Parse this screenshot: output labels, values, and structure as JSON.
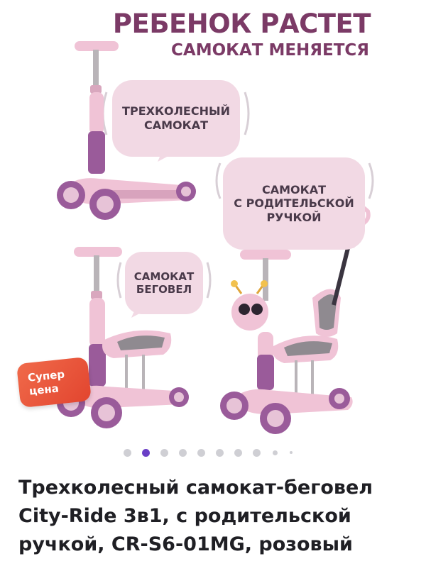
{
  "hero": {
    "headline_line1": "РЕБЕНОК РАСТЕТ",
    "headline_line2": "САМОКАТ МЕНЯЕТСЯ",
    "bubble_tricycle": [
      "ТРЕХКОЛЕСНЫЙ",
      "САМОКАТ"
    ],
    "bubble_parent_handle": [
      "САМОКАТ",
      "С РОДИТЕЛЬСКОЙ",
      "РУЧКОЙ"
    ],
    "bubble_balance_bike": [
      "САМОКАТ",
      "БЕГОВЕЛ"
    ],
    "promo_badge": [
      "Супер",
      "цена"
    ],
    "colors": {
      "headline": "#7b3a66",
      "bubble": "#f2d9e4",
      "scooter_pink": "#f0c3d6",
      "scooter_purple": "#9a5b9a",
      "badge": "#e2452f",
      "active_dot": "#6a3fc6"
    }
  },
  "gallery": {
    "total_images": 10,
    "active_index": 1
  },
  "product": {
    "title": "Трехколесный самокат-беговел City-Ride 3в1, с родительской ручкой, CR-S6-01MG, розовый"
  }
}
